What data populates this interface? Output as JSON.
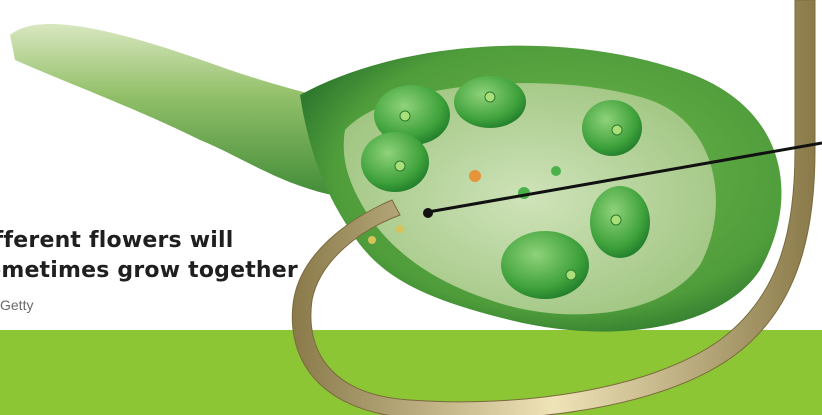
{
  "caption": {
    "line1": "ifferent flowers will",
    "line2": "ometimes grow together"
  },
  "credit": "Getty",
  "colors": {
    "band": "#8cc634",
    "ovary_outer": "#5fa83f",
    "ovary_inner": "#b6d69a",
    "ovule": "#3e9b3a",
    "pollen_tube": "#c9b98a",
    "pointer": "#111111"
  }
}
